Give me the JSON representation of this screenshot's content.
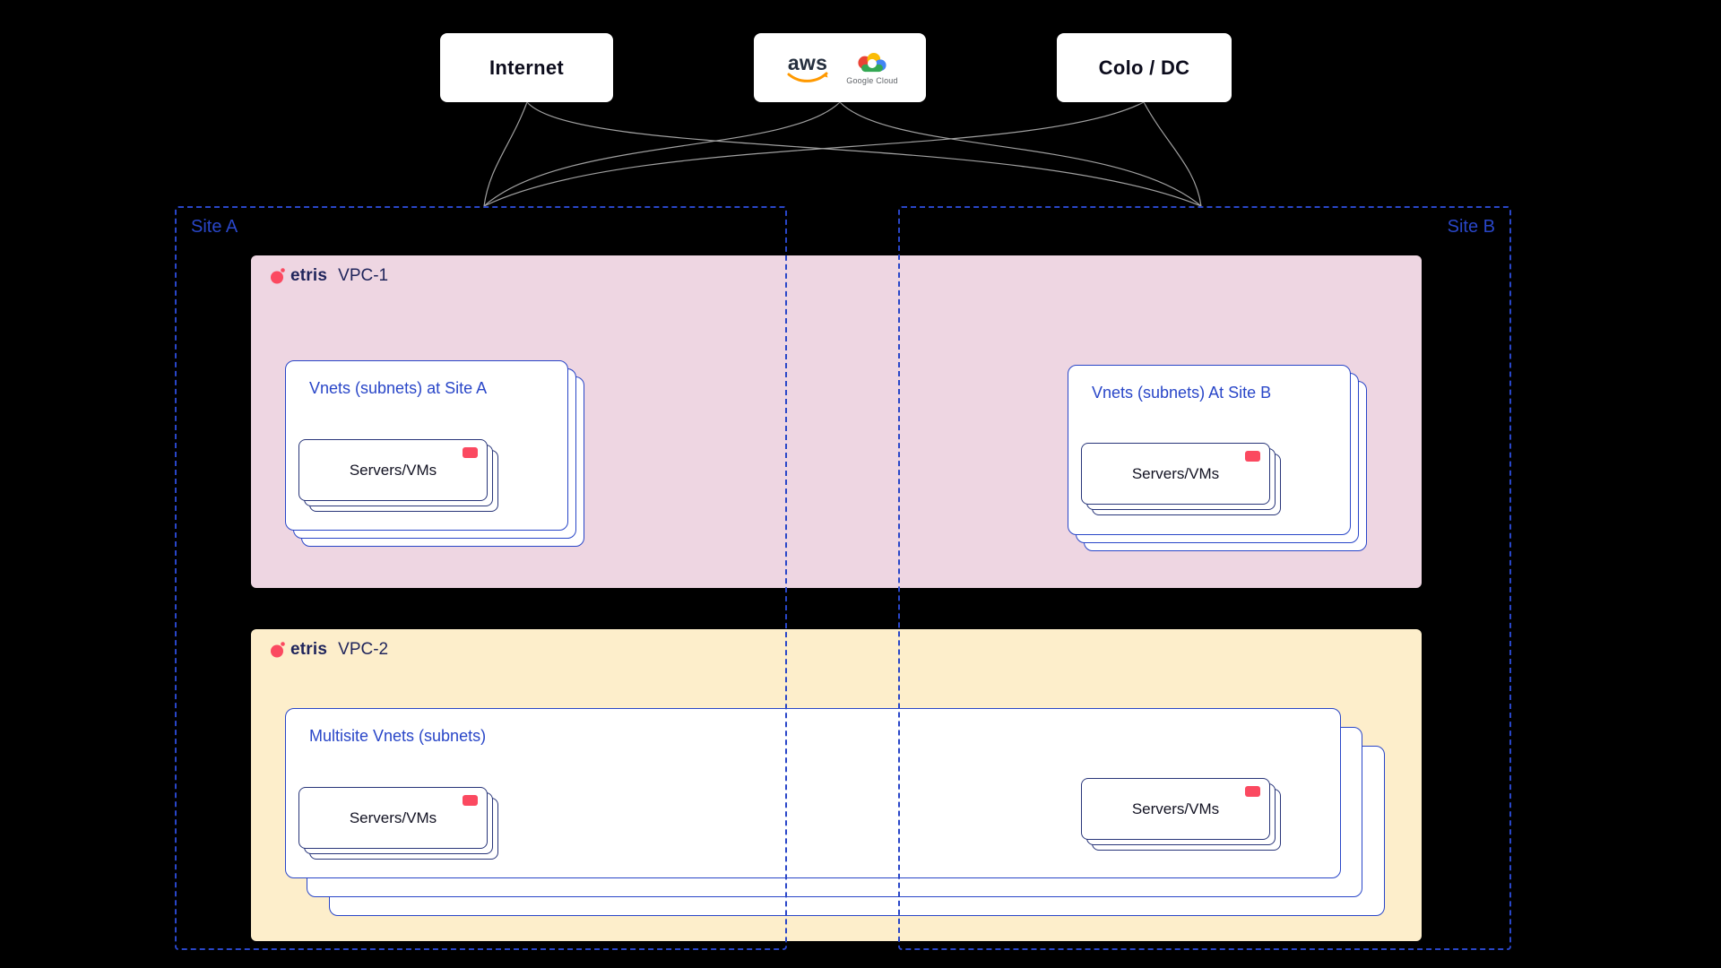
{
  "diagram": {
    "nodes": {
      "internet": {
        "label": "Internet"
      },
      "cloud": {
        "aws": "aws",
        "gcp": "Google Cloud"
      },
      "colo": {
        "label": "Colo / DC"
      }
    },
    "sites": {
      "a": {
        "label": "Site A"
      },
      "b": {
        "label": "Site B"
      }
    },
    "vpc1": {
      "brand": "etris",
      "label": "VPC-1",
      "vnet_a": {
        "title": "Vnets (subnets) at Site A",
        "servers": "Servers/VMs"
      },
      "vnet_b": {
        "title": "Vnets (subnets) At Site B",
        "servers": "Servers/VMs"
      }
    },
    "vpc2": {
      "brand": "etris",
      "label": "VPC-2",
      "multisite": {
        "title": "Multisite Vnets (subnets)",
        "servers_site_a": "Servers/VMs",
        "servers_site_b": "Servers/VMs"
      }
    },
    "icons": {
      "netris_logo": "netris-swirl-icon",
      "aws_logo": "aws-logo-icon",
      "gcp_logo": "google-cloud-icon",
      "server_chip": "red-chip-icon"
    },
    "colors": {
      "background": "#000000",
      "site_border": "#2946c8",
      "accent_blue": "#2946c8",
      "vpc1_fill": "#eed6e2",
      "vpc2_fill": "#fdeecb",
      "netris_red": "#fb4960",
      "aws_orange": "#ff9900",
      "navy_text": "#20255c",
      "connector_gray": "#bdbdbd"
    }
  }
}
